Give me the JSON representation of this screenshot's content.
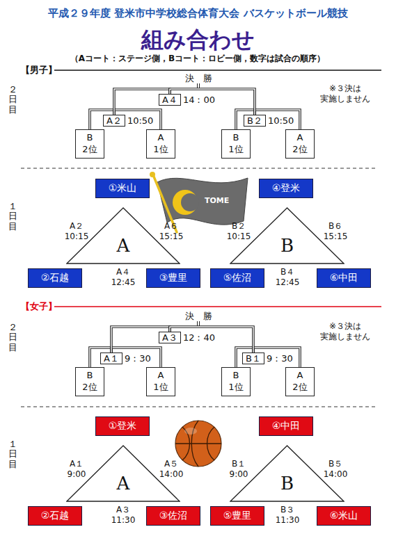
{
  "diagram": {
    "title": "平成２９年度 登米市中学校総合体育大会 バスケットボール競技",
    "nodes": [
      {
        "text": [
          "A４",
          "14：00"
        ]
      },
      {
        "text": [
          "A２",
          "10:50"
        ]
      },
      {
        "text": [
          "B２",
          "10:50"
        ]
      },
      {
        "text": [
          "B 2位"
        ]
      },
      {
        "text": [
          "A 1位"
        ]
      },
      {
        "text": [
          "B 1位"
        ]
      },
      {
        "text": [
          "A 2位"
        ]
      },
      {
        "text": [
          "①米山"
        ]
      },
      {
        "text": [
          "A"
        ]
      },
      {
        "text": [
          "④登米"
        ]
      },
      {
        "text": [
          "B"
        ]
      },
      {
        "text": [
          "②石越"
        ]
      },
      {
        "text": [
          "③豊里"
        ]
      },
      {
        "text": [
          "⑤佐沼"
        ]
      },
      {
        "text": [
          "⑥中田"
        ]
      },
      {
        "text": [
          "A３",
          "12：40"
        ]
      },
      {
        "text": [
          "A１",
          "9：30"
        ]
      },
      {
        "text": [
          "B１",
          "9：30"
        ]
      },
      {
        "text": [
          "B 2位"
        ]
      },
      {
        "text": [
          "A 1位"
        ]
      },
      {
        "text": [
          "B 1位"
        ]
      },
      {
        "text": [
          "A 2位"
        ]
      },
      {
        "text": [
          "①登米"
        ]
      },
      {
        "text": [
          "A"
        ]
      },
      {
        "text": [
          "④中田"
        ]
      },
      {
        "text": [
          "B"
        ]
      },
      {
        "text": [
          "②石越"
        ]
      },
      {
        "text": [
          "③佐沼"
        ]
      },
      {
        "text": [
          "⑤豊里"
        ]
      },
      {
        "text": [
          "⑥米山"
        ]
      }
    ],
    "edges": [
      {
        "from": 3,
        "to": 1,
        "arrow": "none"
      },
      {
        "from": 4,
        "to": 1,
        "arrow": "none"
      },
      {
        "from": 5,
        "to": 2,
        "arrow": "none"
      },
      {
        "from": 6,
        "to": 2,
        "arrow": "none"
      },
      {
        "from": 1,
        "to": 0,
        "arrow": "none"
      },
      {
        "from": 2,
        "to": 0,
        "arrow": "none"
      },
      {
        "from": 18,
        "to": 16,
        "arrow": "none"
      },
      {
        "from": 19,
        "to": 16,
        "arrow": "none"
      },
      {
        "from": 20,
        "to": 17,
        "arrow": "none"
      },
      {
        "from": 21,
        "to": 17,
        "arrow": "none"
      },
      {
        "from": 16,
        "to": 15,
        "arrow": "none"
      },
      {
        "from": 17,
        "to": 15,
        "arrow": "none"
      }
    ],
    "labels": [
      "組み合わせ",
      "（Aコート：ステージ側，Bコート：ロビー側，数字は試合の順序）",
      "【男子】",
      "２日目",
      "決　勝",
      "※３決は 実施しません",
      "１日目",
      "TOME",
      "A２ 10:15",
      "A６ 15:15",
      "A４ 12:45",
      "B２ 10:15",
      "B６ 15:15",
      "B４ 12:45",
      "【女子】",
      "２日目",
      "決　勝",
      "※３決は 実施しません",
      "１日目",
      "A１ 9:00",
      "A５ 14:00",
      "A３ 11:30",
      "B１ 9:00",
      "B５ 14:00",
      "B３ 11:30"
    ]
  }
}
